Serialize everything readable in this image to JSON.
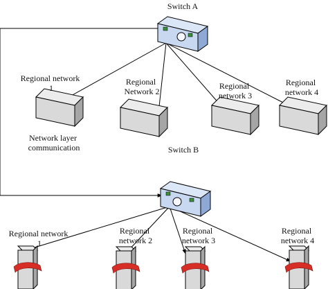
{
  "switch_a": {
    "label": "Switch A"
  },
  "switch_b": {
    "label": "Switch B"
  },
  "upper_row": {
    "nodes": [
      {
        "line1": "Regional network",
        "line2": "1"
      },
      {
        "line1": "Regional",
        "line2": "Network 2"
      },
      {
        "line1": "Regional",
        "line2": "network 3"
      },
      {
        "line1": "Regional",
        "line2": "network 4"
      }
    ]
  },
  "annotation": {
    "line1": "Network layer",
    "line2": "communication"
  },
  "lower_row": {
    "nodes": [
      {
        "line1": "Regional network",
        "line2": "1"
      },
      {
        "line1": "Regional",
        "line2": "network 2"
      },
      {
        "line1": "Regional",
        "line2": "network 3"
      },
      {
        "line1": "Regional",
        "line2": "network 4"
      }
    ]
  },
  "colors": {
    "switch_face": "#c8d8f0",
    "switch_side": "#8ea9d6",
    "box_front": "#d9d9d9",
    "box_top": "#ececec",
    "box_side": "#a6a6a6",
    "tower_band": "#d62e26",
    "line": "#000000"
  }
}
